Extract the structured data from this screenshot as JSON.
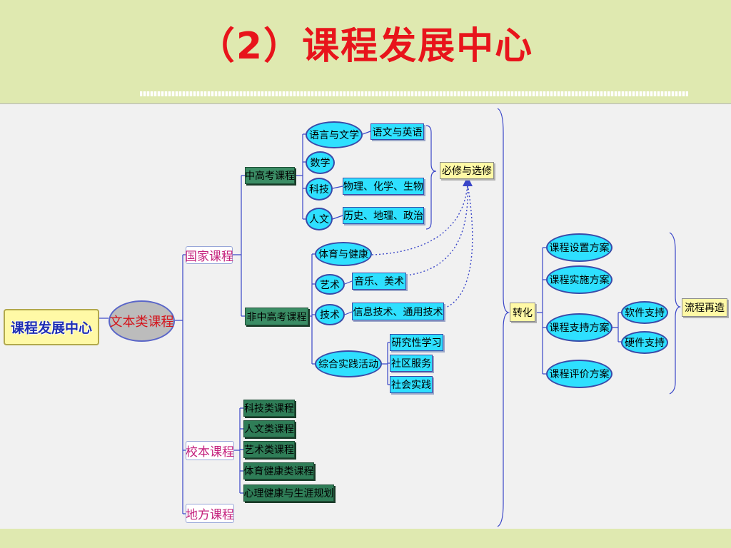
{
  "title": "（2）课程发展中心",
  "colors": {
    "background": "#dfe9b0",
    "canvas": "#f1f1f1",
    "title": "#e8141b",
    "connector": "#3a46c8"
  },
  "nodes": {
    "root": "课程发展中心",
    "text_courses": "文本类课程",
    "national": "国家课程",
    "school": "校本课程",
    "local": "地方课程",
    "exam": "中高考课程",
    "nonexam": "非中高考课程",
    "lang_lit": "语言与文学",
    "math": "数学",
    "sci_tech": "科技",
    "humanities": "人文",
    "chinese_english": "语文与英语",
    "phys_chem_bio": "物理、化学、生物",
    "hist_geo_pol": "历史、地理、政治",
    "required_elective": "必修与选修",
    "pe_health": "体育与健康",
    "arts": "艺术",
    "music_art": "音乐、美术",
    "technology": "技术",
    "it_general_tech": "信息技术、通用技术",
    "practice": "综合实践活动",
    "research_learning": "研究性学习",
    "community_service": "社区服务",
    "social_practice": "社会实践",
    "school_items": [
      "科技类课程",
      "人文类课程",
      "艺术类课程",
      "体育健康类课程",
      "心理健康与生涯规划"
    ],
    "transform": "转化",
    "plans": [
      "课程设置方案",
      "课程实施方案",
      "课程支持方案",
      "课程评价方案"
    ],
    "software_support": "软件支持",
    "hardware_support": "硬件支持",
    "reengineering": "流程再造"
  }
}
